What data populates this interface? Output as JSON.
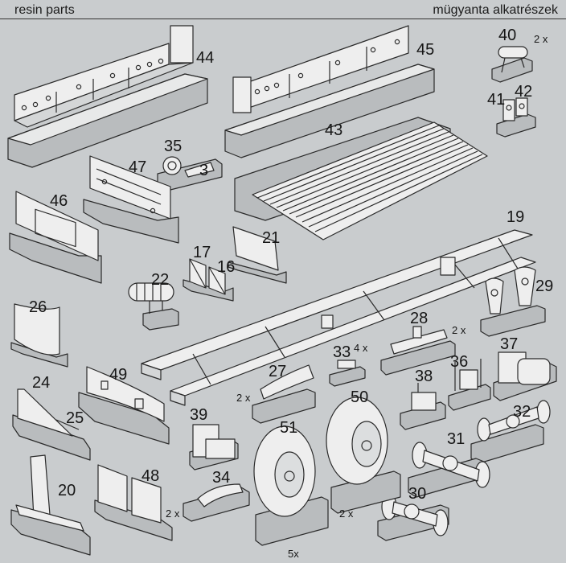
{
  "header": {
    "left": "resin parts",
    "right": "mügyanta alkatrészek"
  },
  "parts": [
    {
      "id": "44",
      "qty": ""
    },
    {
      "id": "45",
      "qty": ""
    },
    {
      "id": "40",
      "qty": "2 x"
    },
    {
      "id": "41",
      "qty": ""
    },
    {
      "id": "42",
      "qty": ""
    },
    {
      "id": "43",
      "qty": ""
    },
    {
      "id": "35",
      "qty": ""
    },
    {
      "id": "3",
      "qty": ""
    },
    {
      "id": "47",
      "qty": ""
    },
    {
      "id": "46",
      "qty": ""
    },
    {
      "id": "21",
      "qty": ""
    },
    {
      "id": "19",
      "qty": ""
    },
    {
      "id": "17",
      "qty": ""
    },
    {
      "id": "16",
      "qty": ""
    },
    {
      "id": "22",
      "qty": ""
    },
    {
      "id": "29",
      "qty": ""
    },
    {
      "id": "26",
      "qty": ""
    },
    {
      "id": "28",
      "qty": "2 x"
    },
    {
      "id": "33",
      "qty": "4 x"
    },
    {
      "id": "37",
      "qty": ""
    },
    {
      "id": "36",
      "qty": ""
    },
    {
      "id": "27",
      "qty": "2 x"
    },
    {
      "id": "38",
      "qty": ""
    },
    {
      "id": "24",
      "qty": ""
    },
    {
      "id": "49",
      "qty": ""
    },
    {
      "id": "25",
      "qty": ""
    },
    {
      "id": "50",
      "qty": "2 x"
    },
    {
      "id": "32",
      "qty": ""
    },
    {
      "id": "39",
      "qty": ""
    },
    {
      "id": "51",
      "qty": "5x"
    },
    {
      "id": "31",
      "qty": ""
    },
    {
      "id": "20",
      "qty": ""
    },
    {
      "id": "48",
      "qty": "2 x"
    },
    {
      "id": "34",
      "qty": ""
    },
    {
      "id": "30",
      "qty": ""
    }
  ]
}
